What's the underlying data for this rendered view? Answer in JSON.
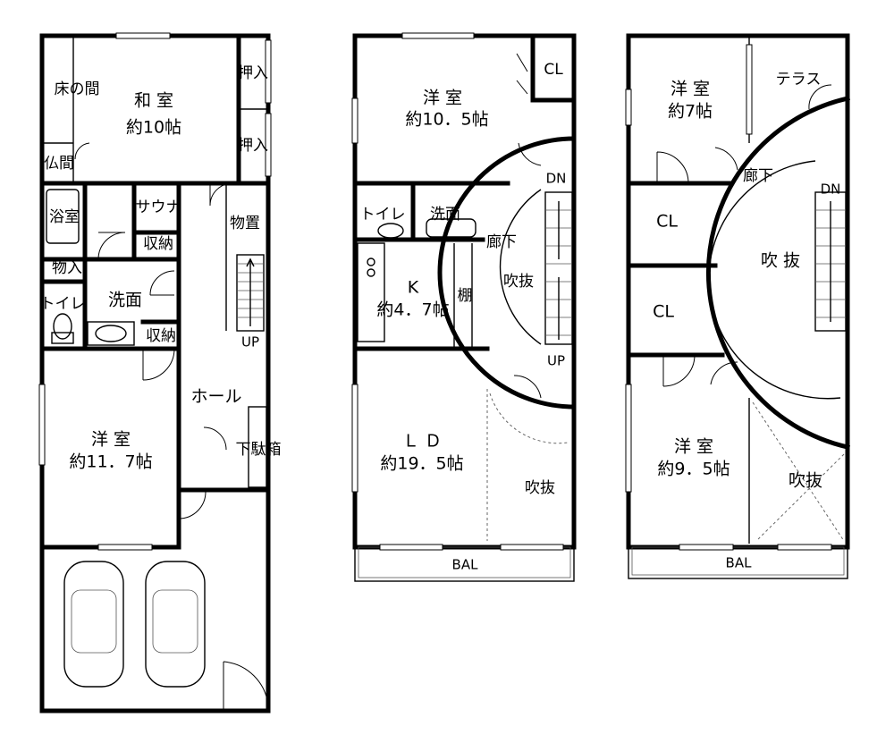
{
  "floors": [
    {
      "rooms": {
        "washitsu": {
          "name": "和 室",
          "size": "約10帖"
        },
        "tokonoma": "床の間",
        "butsuma": "仏間",
        "oshiire1": "押入",
        "oshiire2": "押入",
        "yokushitsu": "浴室",
        "sauna": "サウナ",
        "shuno1": "収納",
        "mononire": "物入",
        "toilet": "トイレ",
        "senmen": "洗面",
        "shuno2": "収納",
        "monooki": "物置",
        "up": "UP",
        "hall": "ホール",
        "getabako": "下駄箱",
        "youshitsu": {
          "name": "洋 室",
          "size": "約11．7帖"
        }
      }
    },
    {
      "rooms": {
        "youshitsu": {
          "name": "洋 室",
          "size": "約10．5帖"
        },
        "cl": "CL",
        "dn": "DN",
        "toilet": "トイレ",
        "senmen": "洗面",
        "rouka": "廊下",
        "fukinuke": "吹抜",
        "kitchen": {
          "name": "K",
          "size": "約4．7帖"
        },
        "tana": "棚",
        "up": "UP",
        "ld": {
          "name": "Ｌ Ｄ",
          "size": "約19．5帖"
        },
        "fukinuke2": "吹抜",
        "bal": "BAL"
      }
    },
    {
      "rooms": {
        "youshitsu1": {
          "name": "洋 室",
          "size": "約7帖"
        },
        "terrace": "テラス",
        "rouka": "廊下",
        "dn": "DN",
        "cl1": "CL",
        "cl2": "CL",
        "fukinuke": "吹 抜",
        "youshitsu2": {
          "name": "洋 室",
          "size": "約9．5帖"
        },
        "fukinuke2": "吹抜",
        "bal": "BAL"
      }
    }
  ]
}
